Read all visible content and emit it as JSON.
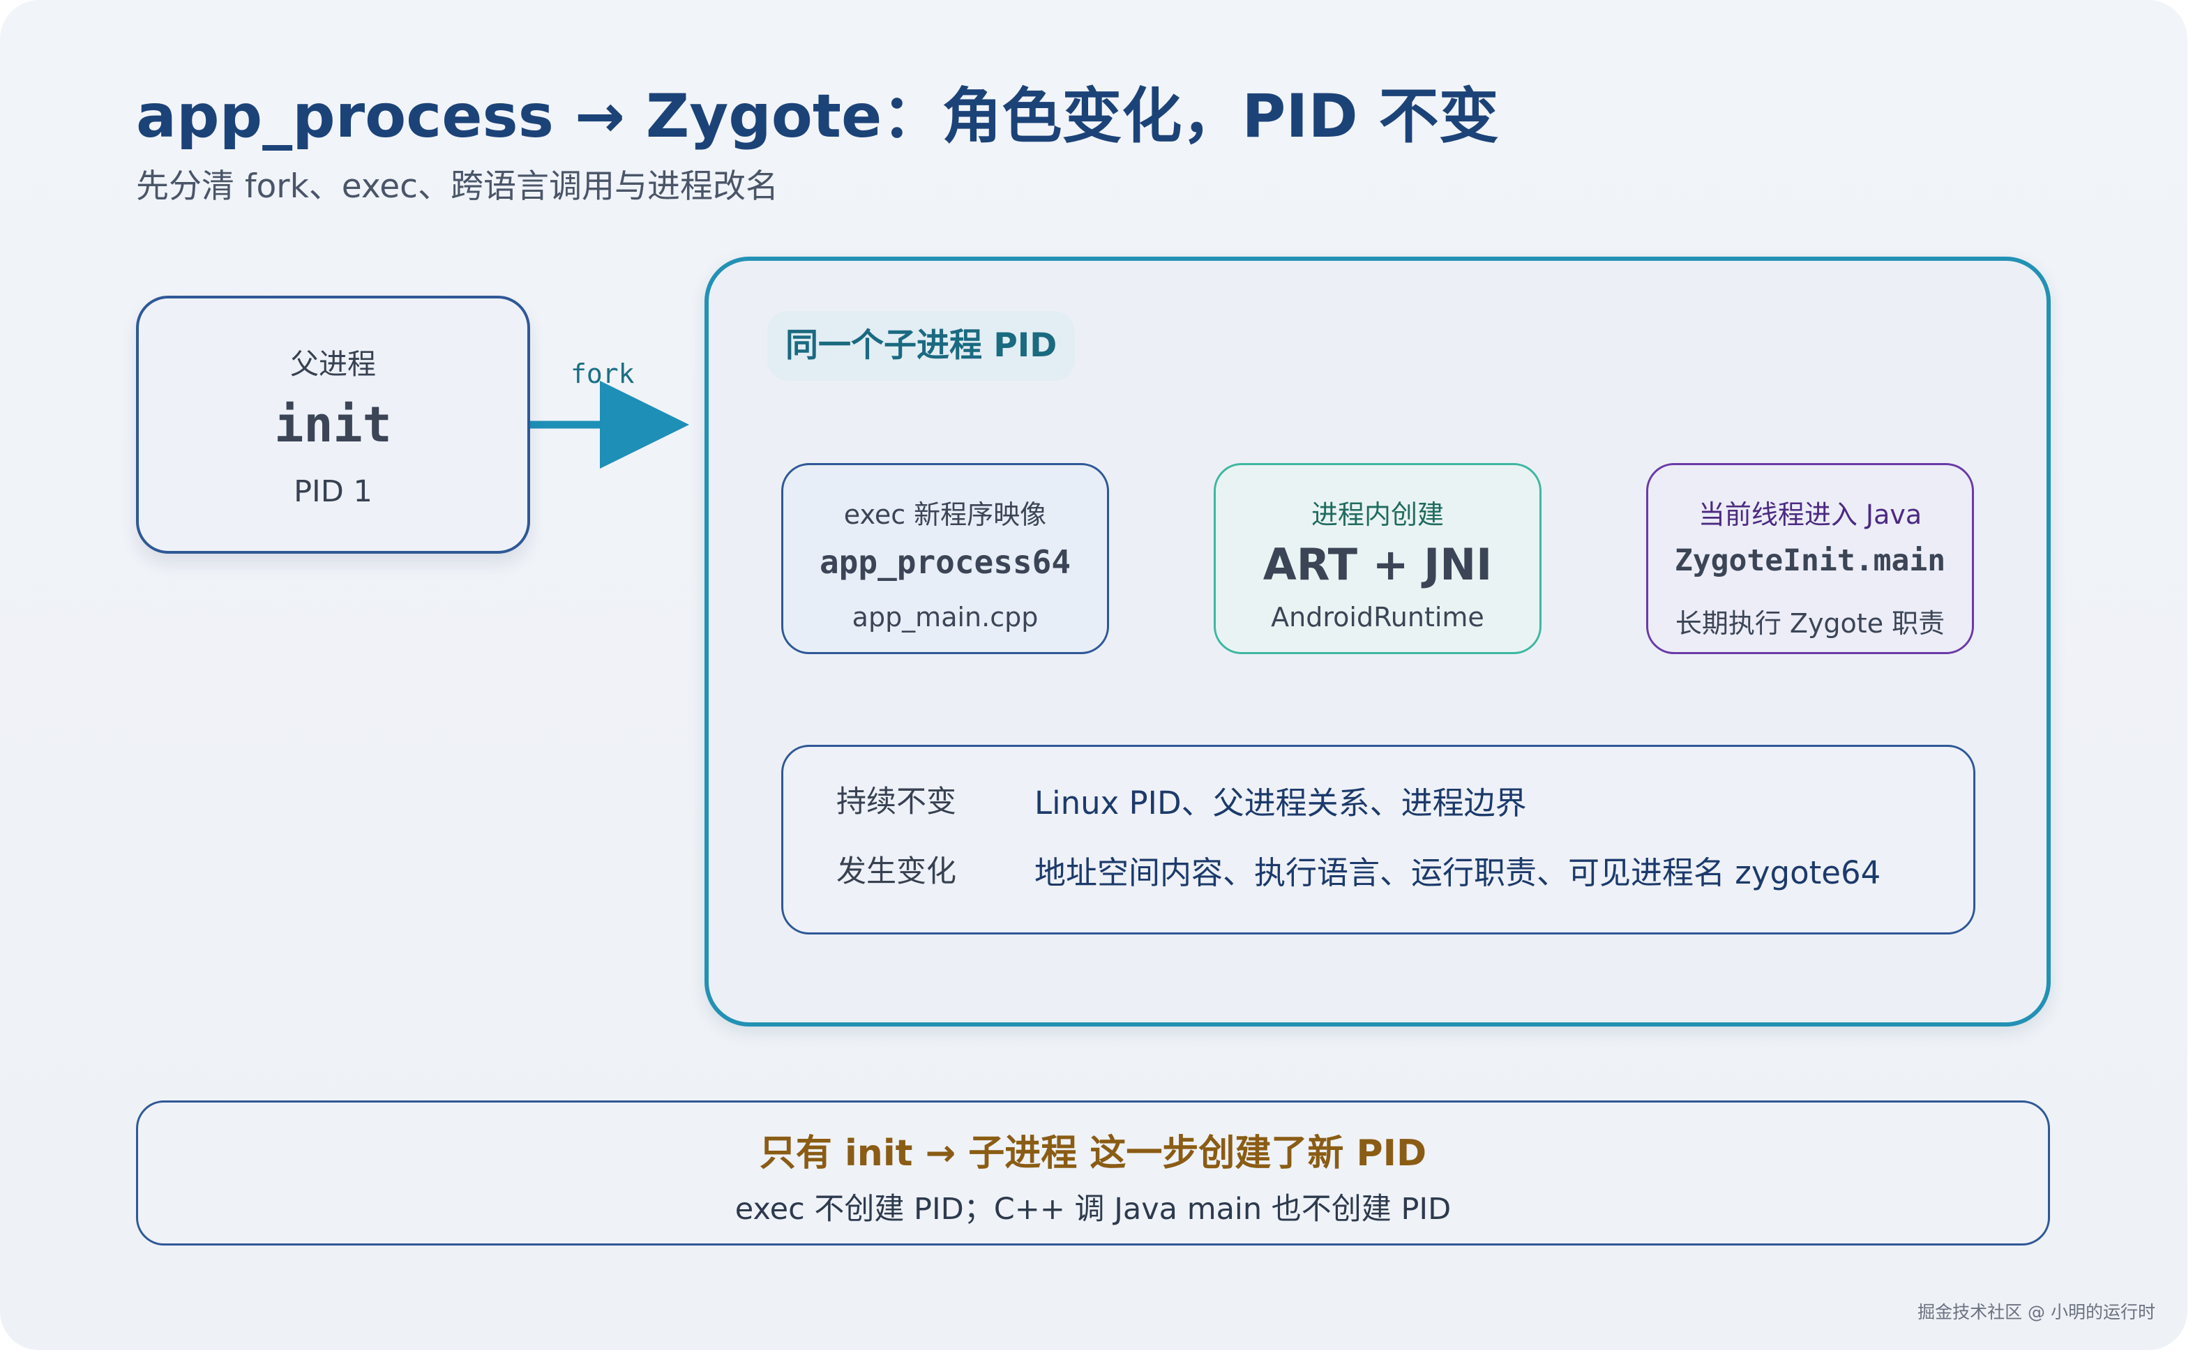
{
  "header": {
    "title": "app_process → Zygote：角色变化，PID 不变",
    "subtitle": "先分清 fork、exec、跨语言调用与进程改名"
  },
  "parent": {
    "label": "父进程",
    "name": "init",
    "pid": "PID 1"
  },
  "edge": {
    "fork_label": "fork"
  },
  "child": {
    "tag": "同一个子进程 PID",
    "steps": [
      {
        "label": "exec 新程序映像",
        "main": "app_process64",
        "sub": "app_main.cpp"
      },
      {
        "label": "进程内创建",
        "main": "ART + JNI",
        "sub": "AndroidRuntime"
      },
      {
        "label": "当前线程进入 Java",
        "main": "ZygoteInit.main",
        "sub": "长期执行 Zygote 职责"
      }
    ],
    "facts": [
      {
        "key": "持续不变",
        "value": "Linux PID、父进程关系、进程边界"
      },
      {
        "key": "发生变化",
        "value": "地址空间内容、执行语言、运行职责、可见进程名 zygote64"
      }
    ]
  },
  "summary": {
    "title": "只有 init → 子进程 这一步创建了新 PID",
    "subtitle": "exec 不创建 PID；C++ 调 Java main 也不创建 PID"
  },
  "watermark": "掘金技术社区 @ 小明的运行时",
  "colors": {
    "title": "#1c4378",
    "arrow": "#1e8fb7",
    "container_border": "#2291b4",
    "summary_title": "#8a5c14"
  }
}
